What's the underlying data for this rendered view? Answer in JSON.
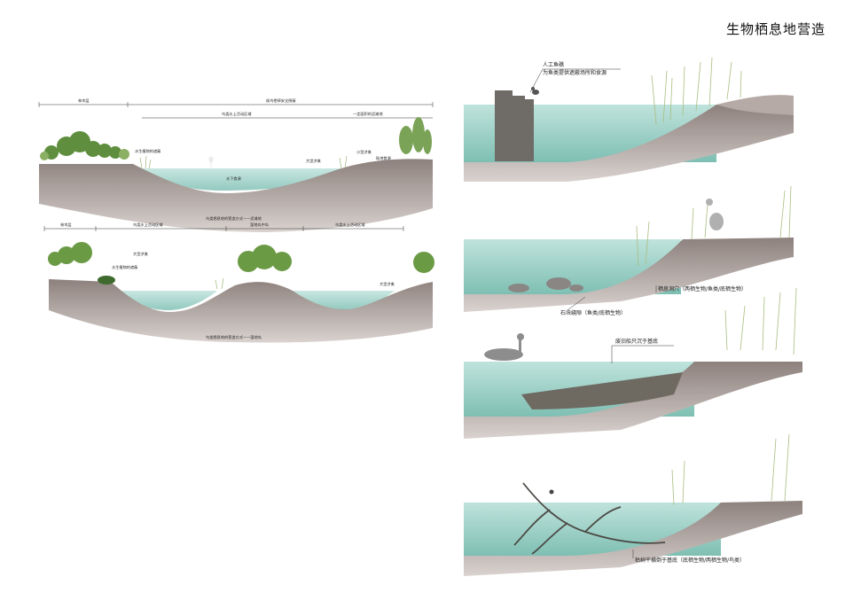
{
  "title": "生物栖息地营造",
  "section_a": {
    "top_labels": [
      "林木层",
      "候鸟栖停安全隐蔽"
    ],
    "sub_labels": [
      "鸟类水上活动区域",
      "一定面积的泥滩地"
    ],
    "callouts": [
      "水生植物的遮蔽",
      "水下食源",
      "大型涉禽",
      "小型涉禽",
      "陆地食源"
    ],
    "caption": "鸟类栖息地的营造方式——泥滩地"
  },
  "section_b": {
    "top_labels": [
      "林木层",
      "鸟类水上活动区域",
      "湿地岛中岛",
      "鸟类水上活动区域"
    ],
    "callouts": [
      "水生植物的遮蔽",
      "大型涉禽",
      "大型涉禽"
    ],
    "caption": "鸟类栖息地的营造方式——湿地岛"
  },
  "panels": [
    {
      "labels": [
        "人工鱼礁",
        "为鱼类提供遮蔽场所和食源"
      ]
    },
    {
      "labels": [
        "栖息洞穴（两栖生物/鱼类/底栖生物）",
        "石块缝隙（鱼类/底栖生物）"
      ]
    },
    {
      "labels": [
        "废旧船只沉于基底"
      ]
    },
    {
      "labels": [
        "枯树干横倒于基底（底栖生物/两栖生物/鸟类）"
      ]
    }
  ],
  "colors": {
    "water": "#a9d6cf",
    "water_deep": "#8ec7bd",
    "ground": "#b5aaa6",
    "ground_dark": "#9b8f8b",
    "tree": "#6f9a4a",
    "reed": "#b9c98a"
  }
}
